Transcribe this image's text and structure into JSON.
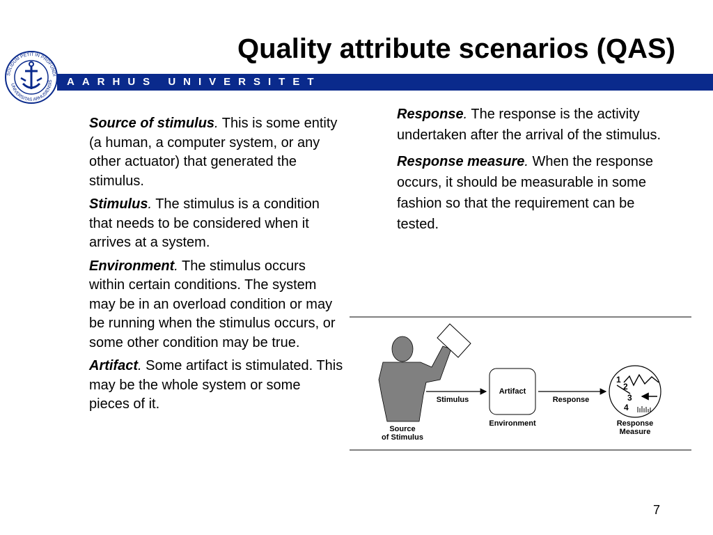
{
  "slide": {
    "title": "Quality attribute scenarios (QAS)",
    "university": "AARHUS UNIVERSITET",
    "page_number": "7"
  },
  "seal": {
    "top_text": "SOLIDUM PETIT IN PROFUNDIS",
    "bottom_text": "UNIVERSITAS ARHUSIENSIS"
  },
  "left_items": [
    {
      "term": "Source of stimulus",
      "sep": ".",
      "text": " This is some entity (a human, a computer system, or any other actuator) that generated the stimulus."
    },
    {
      "term": "Stimulus",
      "sep": ".",
      "text": " The stimulus is a condition that needs to be considered when it arrives at a system."
    },
    {
      "term": "Environment",
      "sep": ".",
      "text": " The stimulus occurs within certain conditions. The system may be in an overload condition or may be running when the stimulus occurs, or some other condition may be true."
    },
    {
      "term": "Artifact",
      "sep": ".",
      "text": " Some artifact is stimulated. This may be the whole system or some pieces of it."
    }
  ],
  "right_items": [
    {
      "term": "Response",
      "sep": ".",
      "text": " The response is the activity undertaken after the arrival of the stimulus."
    },
    {
      "term": "Response measure",
      "sep": ".",
      "text": " When the response occurs, it should be measurable in some fashion so that the requirement can be tested."
    }
  ],
  "diagram": {
    "source_label_1": "Source",
    "source_label_2": "of Stimulus",
    "stimulus_label": "Stimulus",
    "artifact_label": "Artifact",
    "environment_label": "Environment",
    "response_label": "Response",
    "measure_label_1": "Response",
    "measure_label_2": "Measure",
    "dial_1": "1",
    "dial_2": "2",
    "dial_3": "3",
    "dial_4": "4"
  }
}
